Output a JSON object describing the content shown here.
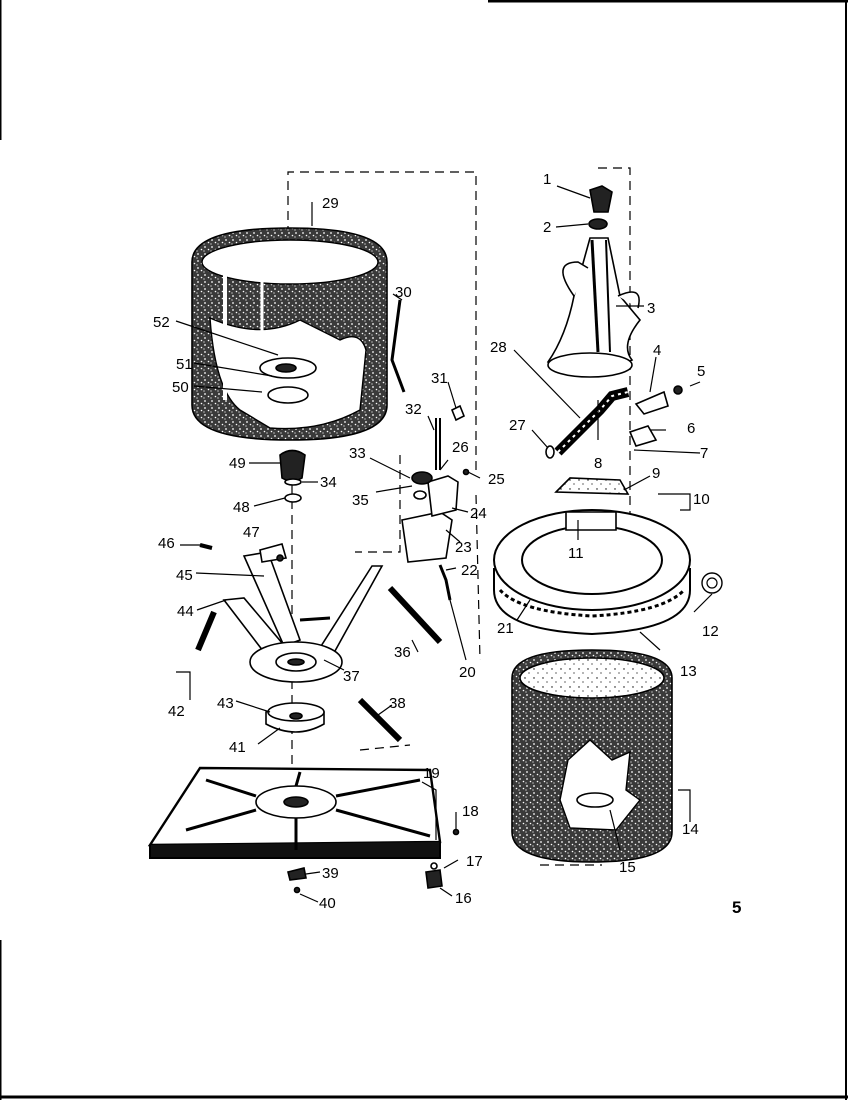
{
  "page_number": "5",
  "labels": {
    "p1": "1",
    "p2": "2",
    "p3": "3",
    "p4": "4",
    "p5": "5",
    "p6": "6",
    "p7": "7",
    "p8": "8",
    "p9": "9",
    "p10": "10",
    "p11": "11",
    "p12": "12",
    "p13": "13",
    "p14": "14",
    "p15": "15",
    "p16": "16",
    "p17": "17",
    "p18": "18",
    "p19": "19",
    "p20": "20",
    "p21": "21",
    "p22": "22",
    "p23": "23",
    "p24": "24",
    "p25": "25",
    "p26": "26",
    "p27": "27",
    "p28": "28",
    "p29": "29",
    "p30": "30",
    "p31": "31",
    "p32": "32",
    "p33": "33",
    "p34": "34",
    "p35": "35",
    "p36": "36",
    "p37": "37",
    "p38": "38",
    "p39": "39",
    "p40": "40",
    "p41": "41",
    "p42": "42",
    "p43": "43",
    "p44": "44",
    "p45": "45",
    "p46": "46",
    "p47": "47",
    "p48": "48",
    "p49": "49",
    "p50": "50",
    "p51": "51",
    "p52": "52"
  }
}
